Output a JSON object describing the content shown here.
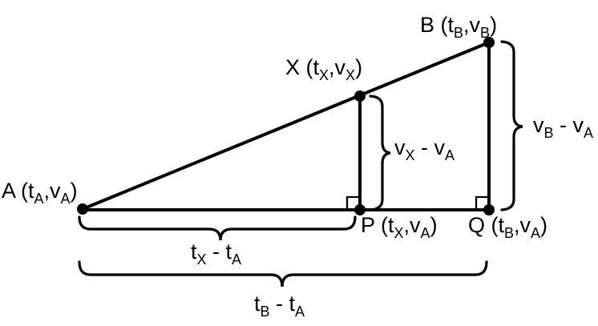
{
  "diagram": {
    "point_labels": {
      "A": {
        "pre": "A (t",
        "sub1": "A",
        "mid": ",v",
        "sub2": "A",
        "post": ")"
      },
      "X": {
        "pre": "X (t",
        "sub1": "X",
        "mid": ",v",
        "sub2": "X",
        "post": ")"
      },
      "B": {
        "pre": "B (t",
        "sub1": "B",
        "mid": ",v",
        "sub2": "B",
        "post": ")"
      },
      "P": {
        "pre": "P (t",
        "sub1": "X",
        "mid": ",v",
        "sub2": "A",
        "post": ")"
      },
      "Q": {
        "pre": "Q (t",
        "sub1": "B",
        "mid": ",v",
        "sub2": "A",
        "post": ")"
      }
    },
    "measure_labels": {
      "vx_minus_va": {
        "pre": "v",
        "sub1": "X",
        "mid": " - v",
        "sub2": "A",
        "post": ""
      },
      "vb_minus_va": {
        "pre": "v",
        "sub1": "B",
        "mid": " - v",
        "sub2": "A",
        "post": ""
      },
      "tx_minus_ta": {
        "pre": "t",
        "sub1": "X",
        "mid": " - t",
        "sub2": "A",
        "post": ""
      },
      "tb_minus_ta": {
        "pre": "t",
        "sub1": "B",
        "mid": " - t",
        "sub2": "A",
        "post": ""
      }
    },
    "colors": {
      "ink": "#000000",
      "background": "#ffffff"
    }
  }
}
